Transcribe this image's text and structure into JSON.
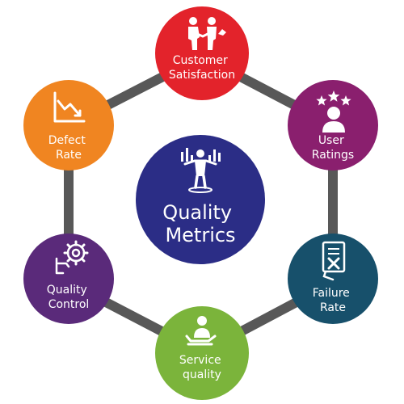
{
  "center": {
    "lines": [
      "Quality",
      "Metrics"
    ],
    "color": "#2b2d86",
    "icon": "person-balancing-metrics-icon"
  },
  "nodes": [
    {
      "id": "customer-satisfaction",
      "lines": [
        "Customer",
        "Satisfaction"
      ],
      "color": "#e3232b",
      "icon": "handshake-icon"
    },
    {
      "id": "user-ratings",
      "lines": [
        "User",
        "Ratings"
      ],
      "color": "#8a1f6e",
      "icon": "user-stars-icon"
    },
    {
      "id": "failure-rate",
      "lines": [
        "Failure",
        "Rate"
      ],
      "color": "#17506b",
      "icon": "failed-document-icon"
    },
    {
      "id": "service-quality",
      "lines": [
        "Service",
        "quality"
      ],
      "color": "#7bb43b",
      "icon": "hand-serving-person-icon"
    },
    {
      "id": "quality-control",
      "lines": [
        "Quality",
        "Control"
      ],
      "color": "#5a2a7a",
      "icon": "hand-gear-icon"
    },
    {
      "id": "defect-rate",
      "lines": [
        "Defect",
        "Rate"
      ],
      "color": "#f08521",
      "icon": "declining-chart-icon"
    }
  ],
  "ring_color": "#585858"
}
